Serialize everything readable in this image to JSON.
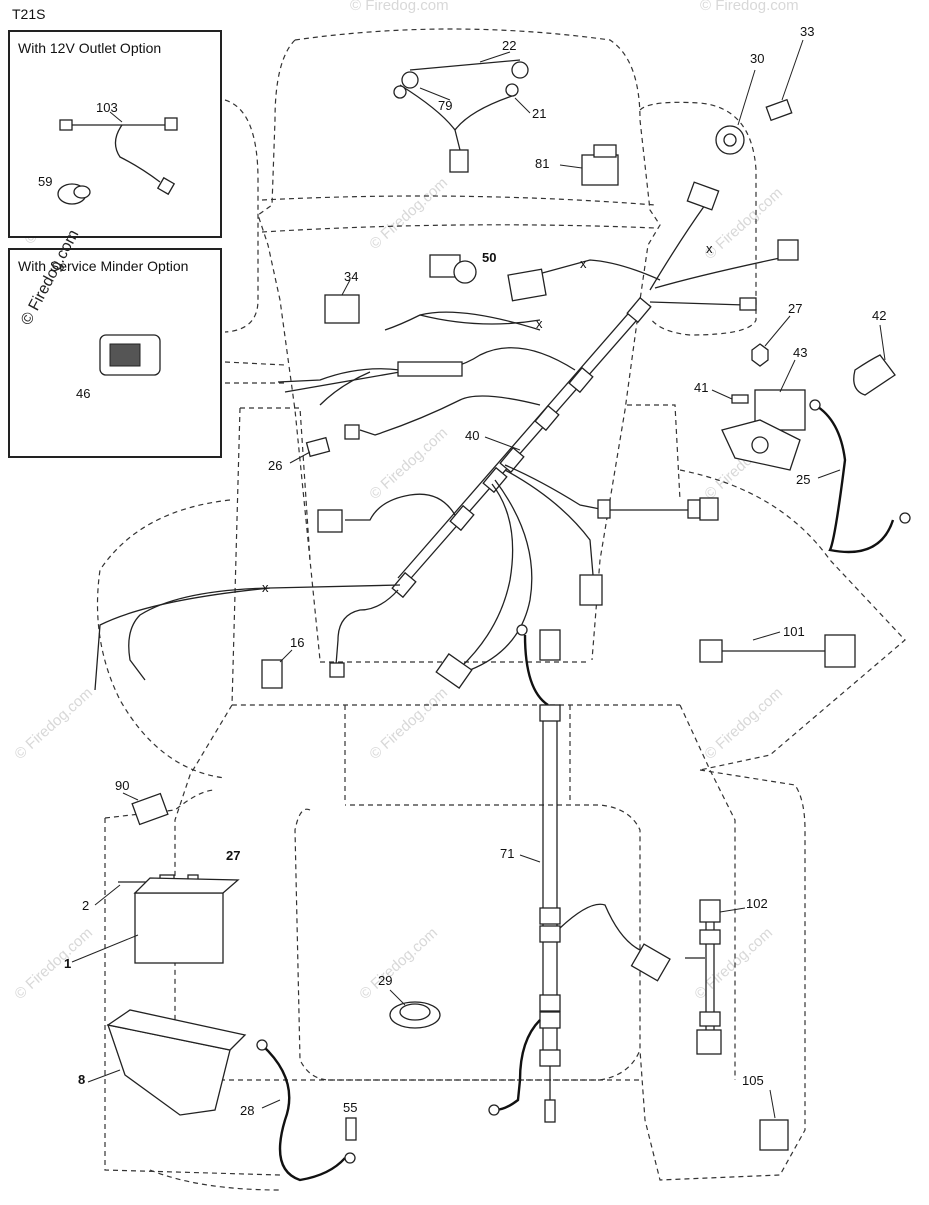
{
  "diagram_code": "T21S",
  "copyright": "© Firedog.com",
  "watermark": "© Firedog.com",
  "insets": [
    {
      "title": "With 12V Outlet Option",
      "labels": [
        "103",
        "59"
      ]
    },
    {
      "title": "With Service Minder Option",
      "labels": [
        "46"
      ]
    }
  ],
  "labels": {
    "l22": "22",
    "l79": "79",
    "l21": "21",
    "l81": "81",
    "l30": "30",
    "l33": "33",
    "l50": "50",
    "l34": "34",
    "l27a": "27",
    "l42": "42",
    "l43": "43",
    "l41": "41",
    "l40": "40",
    "l26": "26",
    "l25": "25",
    "l16": "16",
    "l101": "101",
    "l90": "90",
    "l27b": "27",
    "l2": "2",
    "l1": "1",
    "l71": "71",
    "l102": "102",
    "l29": "29",
    "l8": "8",
    "l28": "28",
    "l55": "55",
    "l105": "105"
  }
}
